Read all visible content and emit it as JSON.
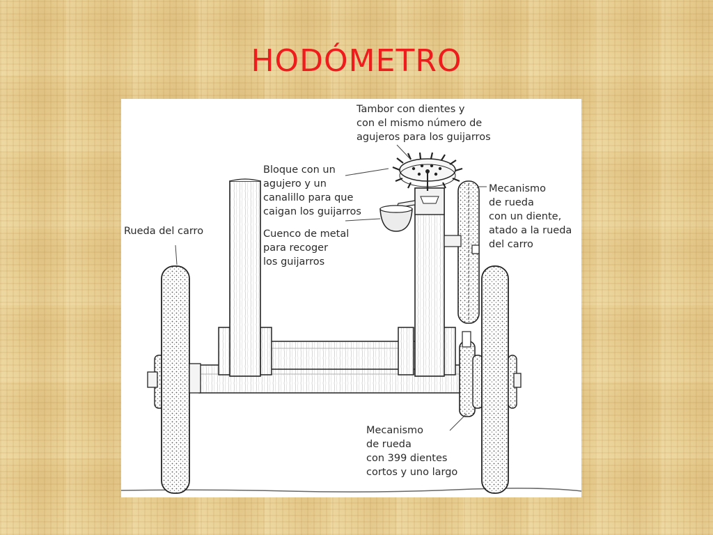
{
  "slide": {
    "title": "HODÓMETRO"
  },
  "labels": {
    "tambor": [
      "Tambor con dientes y",
      "con el mismo número de",
      "agujeros para los guijarros"
    ],
    "bloque": [
      "Bloque con un",
      "agujero y un",
      "canalillo para que",
      "caigan los guijarros"
    ],
    "rueda_carro": [
      "Rueda del carro"
    ],
    "cuenco": [
      "Cuenco de metal",
      "para recoger",
      "los guijarros"
    ],
    "mecanismo_un_diente": [
      "Mecanismo",
      "de rueda",
      "con un diente,",
      "atado a la rueda",
      "del carro"
    ],
    "mecanismo_399": [
      "Mecanismo",
      "de rueda",
      "con 399 dientes",
      "cortos y uno largo"
    ]
  }
}
